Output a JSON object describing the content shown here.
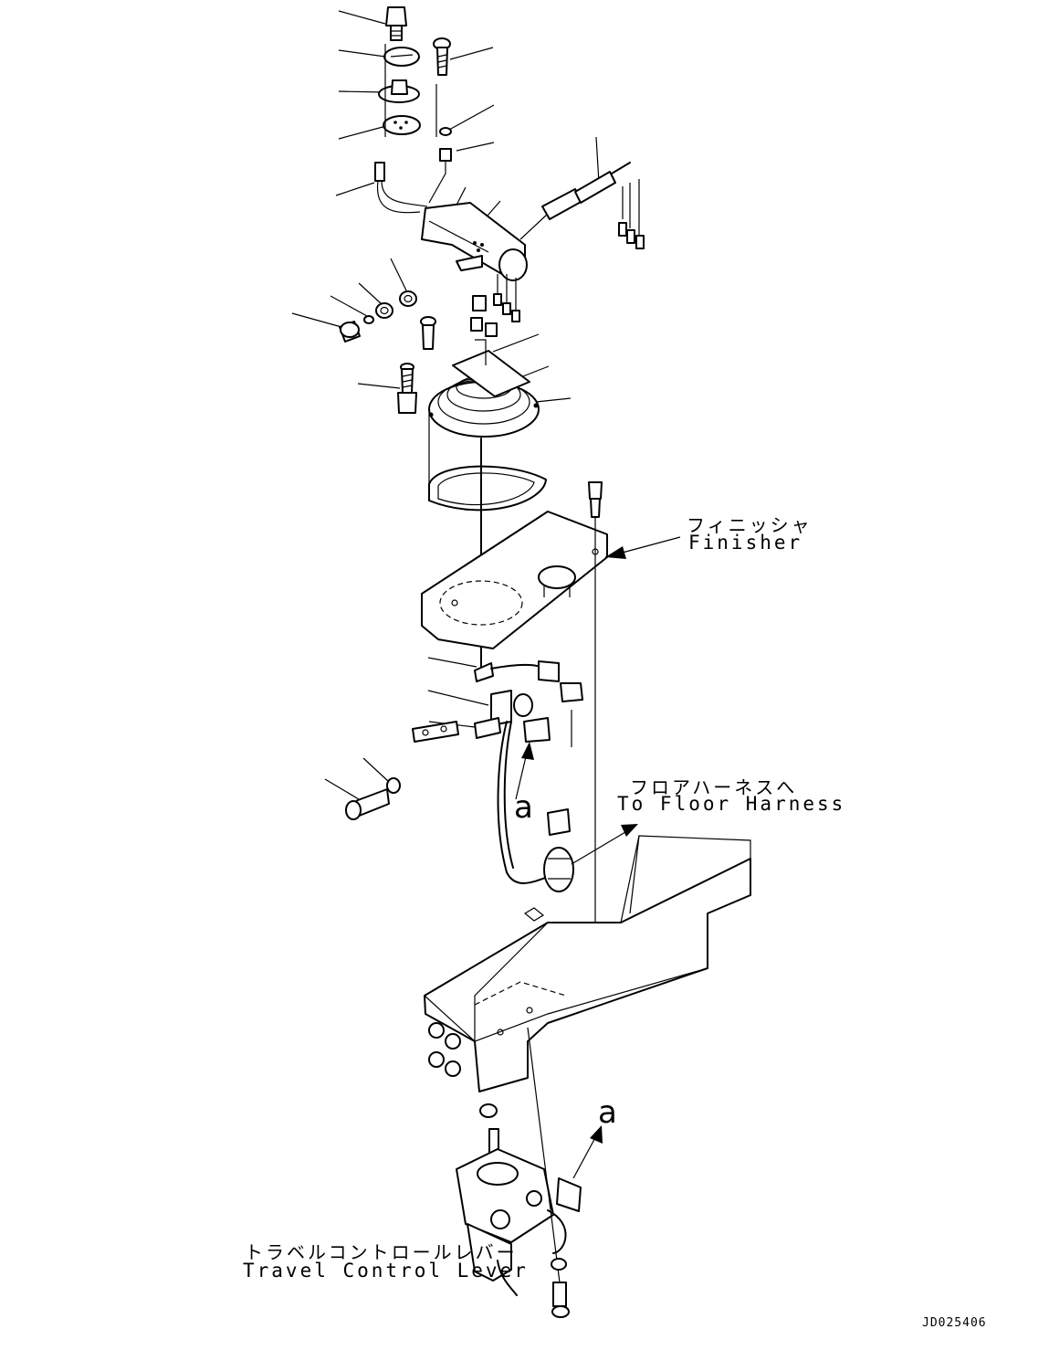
{
  "diagram": {
    "finisher": {
      "ja": "フィニッシャ",
      "en": "Finisher"
    },
    "floor_harness": {
      "ja": "フロアハーネスへ",
      "en": "To Floor Harness"
    },
    "travel_lever": {
      "ja": "トラベルコントロールレバー",
      "en": "Travel Control Lever"
    },
    "connector_ref_upper": "a",
    "connector_ref_lower": "a",
    "drawing_code": "JD025406"
  }
}
